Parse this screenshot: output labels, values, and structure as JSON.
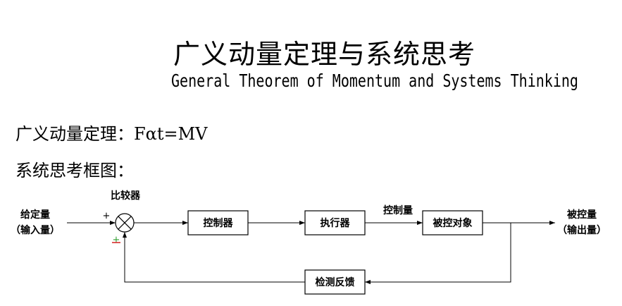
{
  "title": {
    "zh": "广义动量定理与系统思考",
    "en": "General Theorem of Momentum and Systems Thinking"
  },
  "formula_line": "广义动量定理：Fαt=MV",
  "systems_label": "系统思考框图：",
  "diagram": {
    "input": {
      "line1": "给定量",
      "line2": "（输入量）"
    },
    "comparator_label": "比较器",
    "plus_sign": "+",
    "minus_sign": "+",
    "controller": "控制器",
    "actuator": "执行器",
    "control_variable": "控制量",
    "plant": "被控对象",
    "output": {
      "line1": "被控量",
      "line2": "（输出量）"
    },
    "feedback": "检测反馈",
    "colors": {
      "line": "#000000",
      "minus_sign": "#2f9e2f",
      "minus_bar": "#d42020"
    }
  }
}
